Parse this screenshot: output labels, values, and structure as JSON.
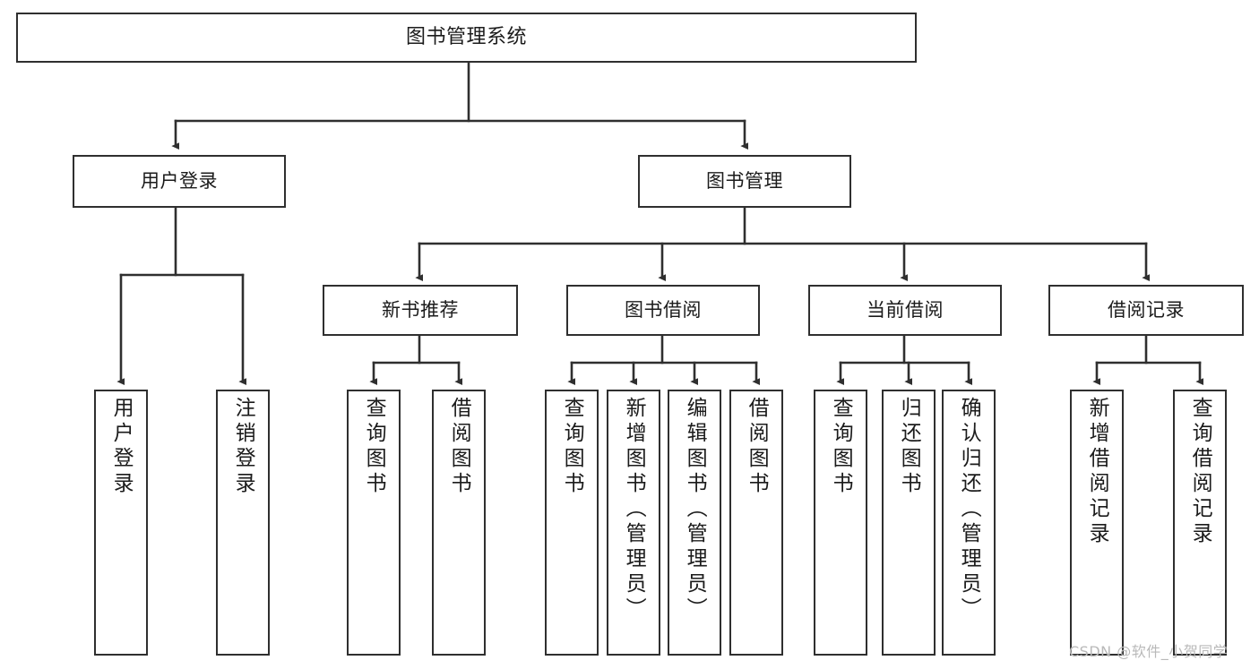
{
  "diagram": {
    "title": "图书管理系统",
    "type": "hierarchy-tree",
    "background_color": "#ffffff",
    "border_color": "#2f2f2f",
    "text_color": "#1b1b1b",
    "watermark": "CSDN @软件_小贺同学",
    "levels": {
      "root": {
        "label": "图书管理系统"
      },
      "level2": [
        {
          "label": "用户登录"
        },
        {
          "label": "图书管理"
        }
      ],
      "level3": [
        {
          "label": "新书推荐"
        },
        {
          "label": "图书借阅"
        },
        {
          "label": "当前借阅"
        },
        {
          "label": "借阅记录"
        }
      ],
      "leaves": {
        "user_login": [
          {
            "label": "用户登录"
          },
          {
            "label": "注销登录"
          }
        ],
        "new_book_recommend": [
          {
            "label": "查询图书"
          },
          {
            "label": "借阅图书"
          }
        ],
        "book_borrow": [
          {
            "label": "查询图书"
          },
          {
            "label": "新增图书（管理员）"
          },
          {
            "label": "编辑图书（管理员）"
          },
          {
            "label": "借阅图书"
          }
        ],
        "current_borrow": [
          {
            "label": "查询图书"
          },
          {
            "label": "归还图书"
          },
          {
            "label": "确认归还（管理员）"
          }
        ],
        "borrow_record": [
          {
            "label": "新增借阅记录"
          },
          {
            "label": "查询借阅记录"
          }
        ]
      }
    }
  }
}
